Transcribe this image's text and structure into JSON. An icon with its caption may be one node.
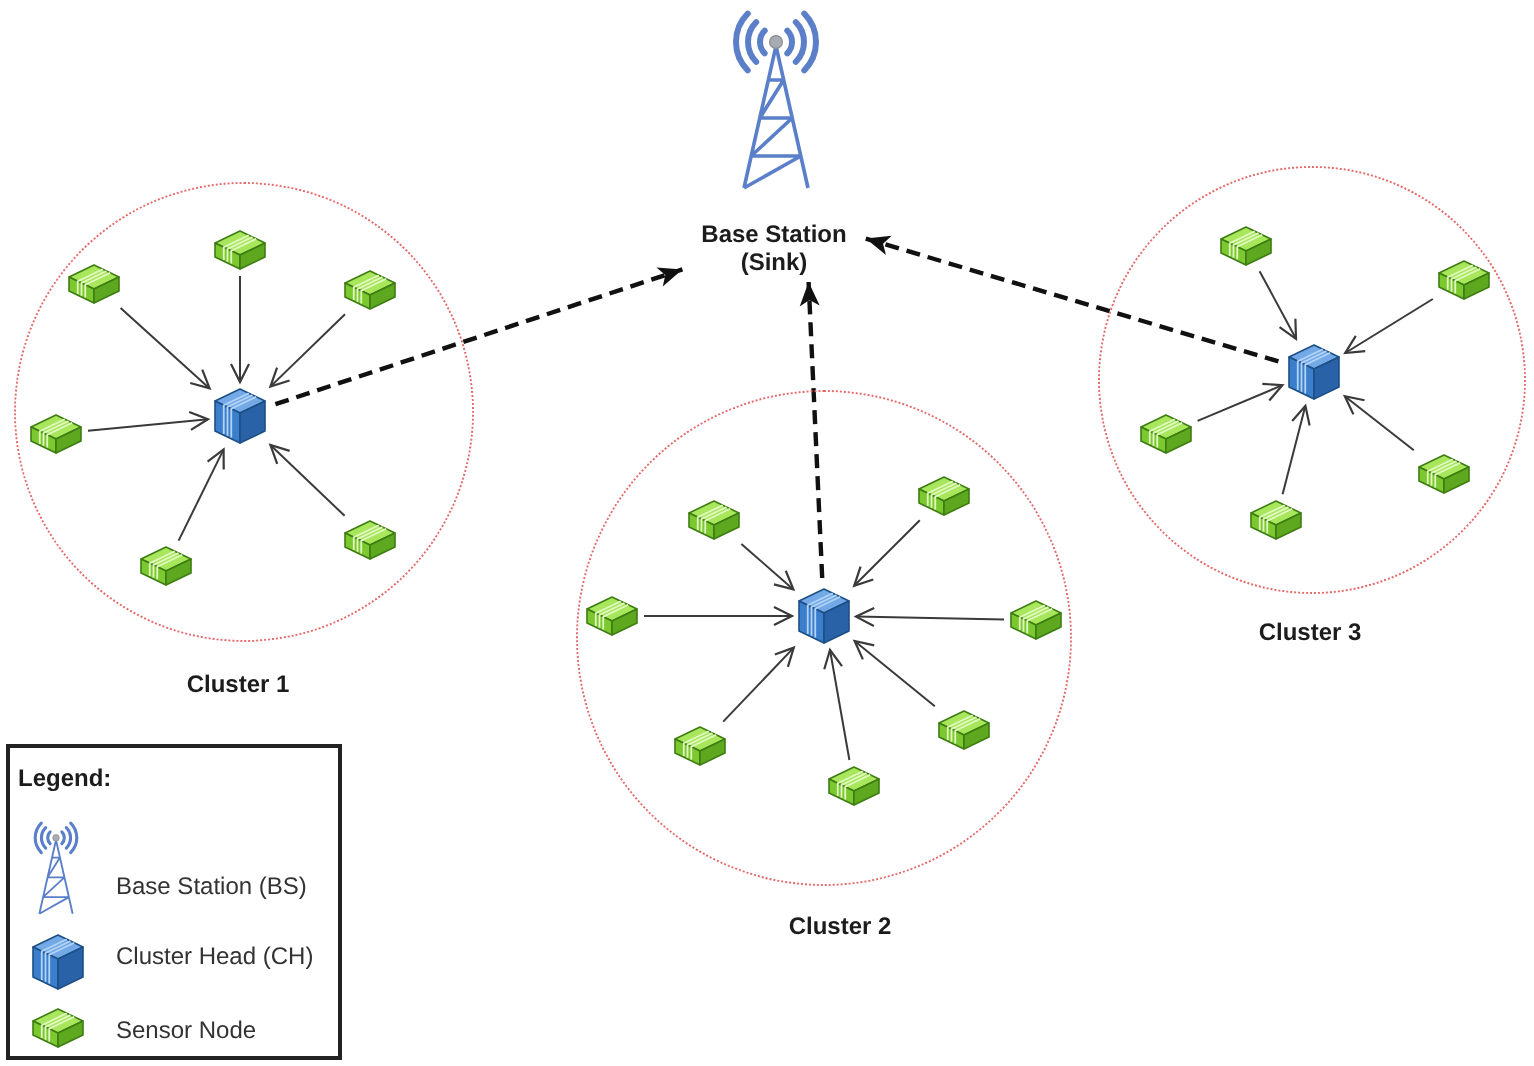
{
  "diagram": {
    "nodes": [
      {
        "text": [
          "Base Station (Sink)"
        ]
      },
      {
        "text": [
          "Cluster 1"
        ]
      },
      {
        "text": [],
        "shape": "cube",
        "in": 1
      },
      {
        "text": [],
        "shape": "box",
        "in": 1
      },
      {
        "text": [],
        "shape": "box",
        "in": 1
      },
      {
        "text": [],
        "shape": "box",
        "in": 1
      },
      {
        "text": [],
        "shape": "box",
        "in": 1
      },
      {
        "text": [],
        "shape": "box",
        "in": 1
      },
      {
        "text": [],
        "shape": "box",
        "in": 1
      },
      {
        "text": [
          "Cluster 2"
        ]
      },
      {
        "text": [],
        "shape": "cube",
        "in": 9
      },
      {
        "text": [],
        "shape": "box",
        "in": 9
      },
      {
        "text": [],
        "shape": "box",
        "in": 9
      },
      {
        "text": [],
        "shape": "box",
        "in": 9
      },
      {
        "text": [],
        "shape": "box",
        "in": 9
      },
      {
        "text": [],
        "shape": "box",
        "in": 9
      },
      {
        "text": [],
        "shape": "box",
        "in": 9
      },
      {
        "text": [],
        "shape": "box",
        "in": 9
      },
      {
        "text": [
          "Cluster 3"
        ]
      },
      {
        "text": [],
        "shape": "cube",
        "in": 18
      },
      {
        "text": [],
        "shape": "box",
        "in": 18
      },
      {
        "text": [],
        "shape": "box",
        "in": 18
      },
      {
        "text": [],
        "shape": "box",
        "in": 18
      },
      {
        "text": [],
        "shape": "box",
        "in": 18
      },
      {
        "text": [],
        "shape": "box",
        "in": 18
      }
    ],
    "edges": [
      {
        "from": 3,
        "to": 2,
        "arrow": "to"
      },
      {
        "from": 4,
        "to": 2,
        "arrow": "to"
      },
      {
        "from": 5,
        "to": 2,
        "arrow": "to"
      },
      {
        "from": 6,
        "to": 2,
        "arrow": "to"
      },
      {
        "from": 7,
        "to": 2,
        "arrow": "to"
      },
      {
        "from": 8,
        "to": 2,
        "arrow": "to"
      },
      {
        "from": 11,
        "to": 10,
        "arrow": "to"
      },
      {
        "from": 12,
        "to": 10,
        "arrow": "to"
      },
      {
        "from": 13,
        "to": 10,
        "arrow": "to"
      },
      {
        "from": 14,
        "to": 10,
        "arrow": "to"
      },
      {
        "from": 15,
        "to": 10,
        "arrow": "to"
      },
      {
        "from": 16,
        "to": 10,
        "arrow": "to"
      },
      {
        "from": 17,
        "to": 10,
        "arrow": "to"
      },
      {
        "from": 20,
        "to": 19,
        "arrow": "to"
      },
      {
        "from": 21,
        "to": 19,
        "arrow": "to"
      },
      {
        "from": 22,
        "to": 19,
        "arrow": "to"
      },
      {
        "from": 23,
        "to": 19,
        "arrow": "to"
      },
      {
        "from": 24,
        "to": 19,
        "arrow": "to"
      },
      {
        "from": 2,
        "to": 0,
        "arrow": "to",
        "style": "dashed"
      },
      {
        "from": 10,
        "to": 0,
        "arrow": "to",
        "style": "dashed"
      },
      {
        "from": 19,
        "to": 0,
        "arrow": "to",
        "style": "dashed"
      }
    ],
    "labels": [
      "Legend:"
    ],
    "legend": [
      {
        "text": "Base Station (BS)"
      },
      {
        "text": "Cluster Head (CH)"
      },
      {
        "text": "Sensor Node"
      }
    ]
  }
}
